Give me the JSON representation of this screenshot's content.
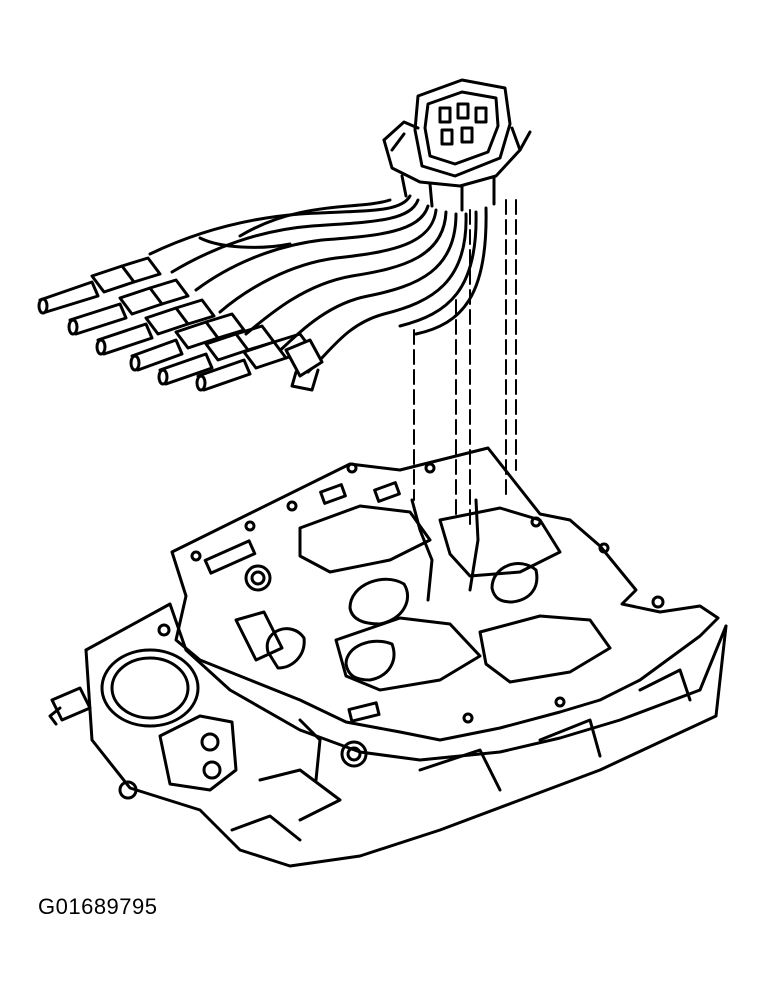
{
  "figure": {
    "id_label": "G01689795"
  },
  "colors": {
    "ink": "#000000",
    "paper": "#ffffff"
  },
  "illustration": {
    "subject": "fuel-injector-wiring-harness-over-intake-manifold",
    "injector_count": 6
  }
}
